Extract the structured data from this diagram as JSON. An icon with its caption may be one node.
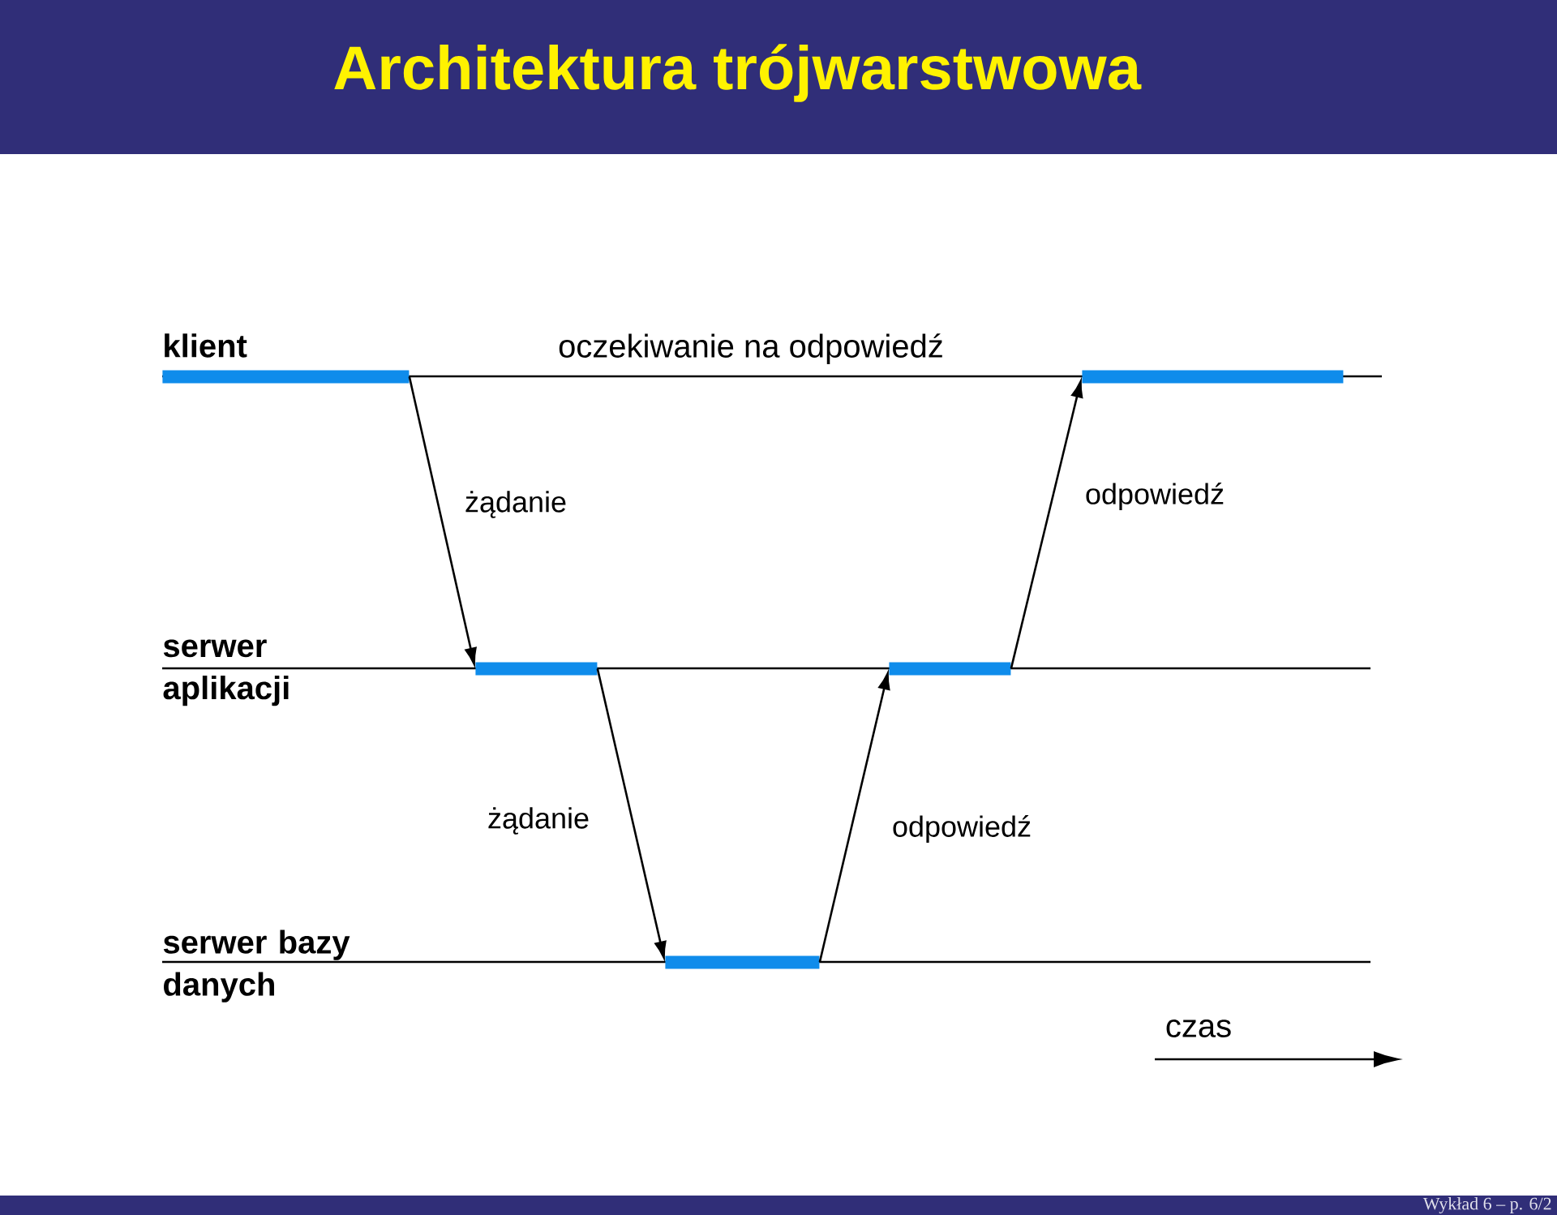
{
  "diagram": {
    "title": "Architektura trójwarstwowa",
    "nodes": [
      {
        "text": [],
        "shape": "bar"
      },
      {
        "text": [],
        "shape": "bar"
      },
      {
        "text": [],
        "shape": "bar"
      },
      {
        "text": [],
        "shape": "bar"
      },
      {
        "text": [],
        "shape": "bar"
      }
    ],
    "edges": [
      {
        "from": 0,
        "to": 2,
        "arrow": "to",
        "label": "żądanie"
      },
      {
        "from": 2,
        "to": 4,
        "arrow": "to",
        "label": "żądanie"
      },
      {
        "from": 4,
        "to": 3,
        "arrow": "to",
        "label": "odpowiedź"
      },
      {
        "from": 3,
        "to": 1,
        "arrow": "to",
        "label": "odpowiedź"
      }
    ],
    "labels": [
      "klient",
      "oczekiwanie na odpowiedź",
      "serwer aplikacji",
      "serwer bazy danych",
      "czas",
      "Wykład 6 – p. 6/2"
    ]
  }
}
